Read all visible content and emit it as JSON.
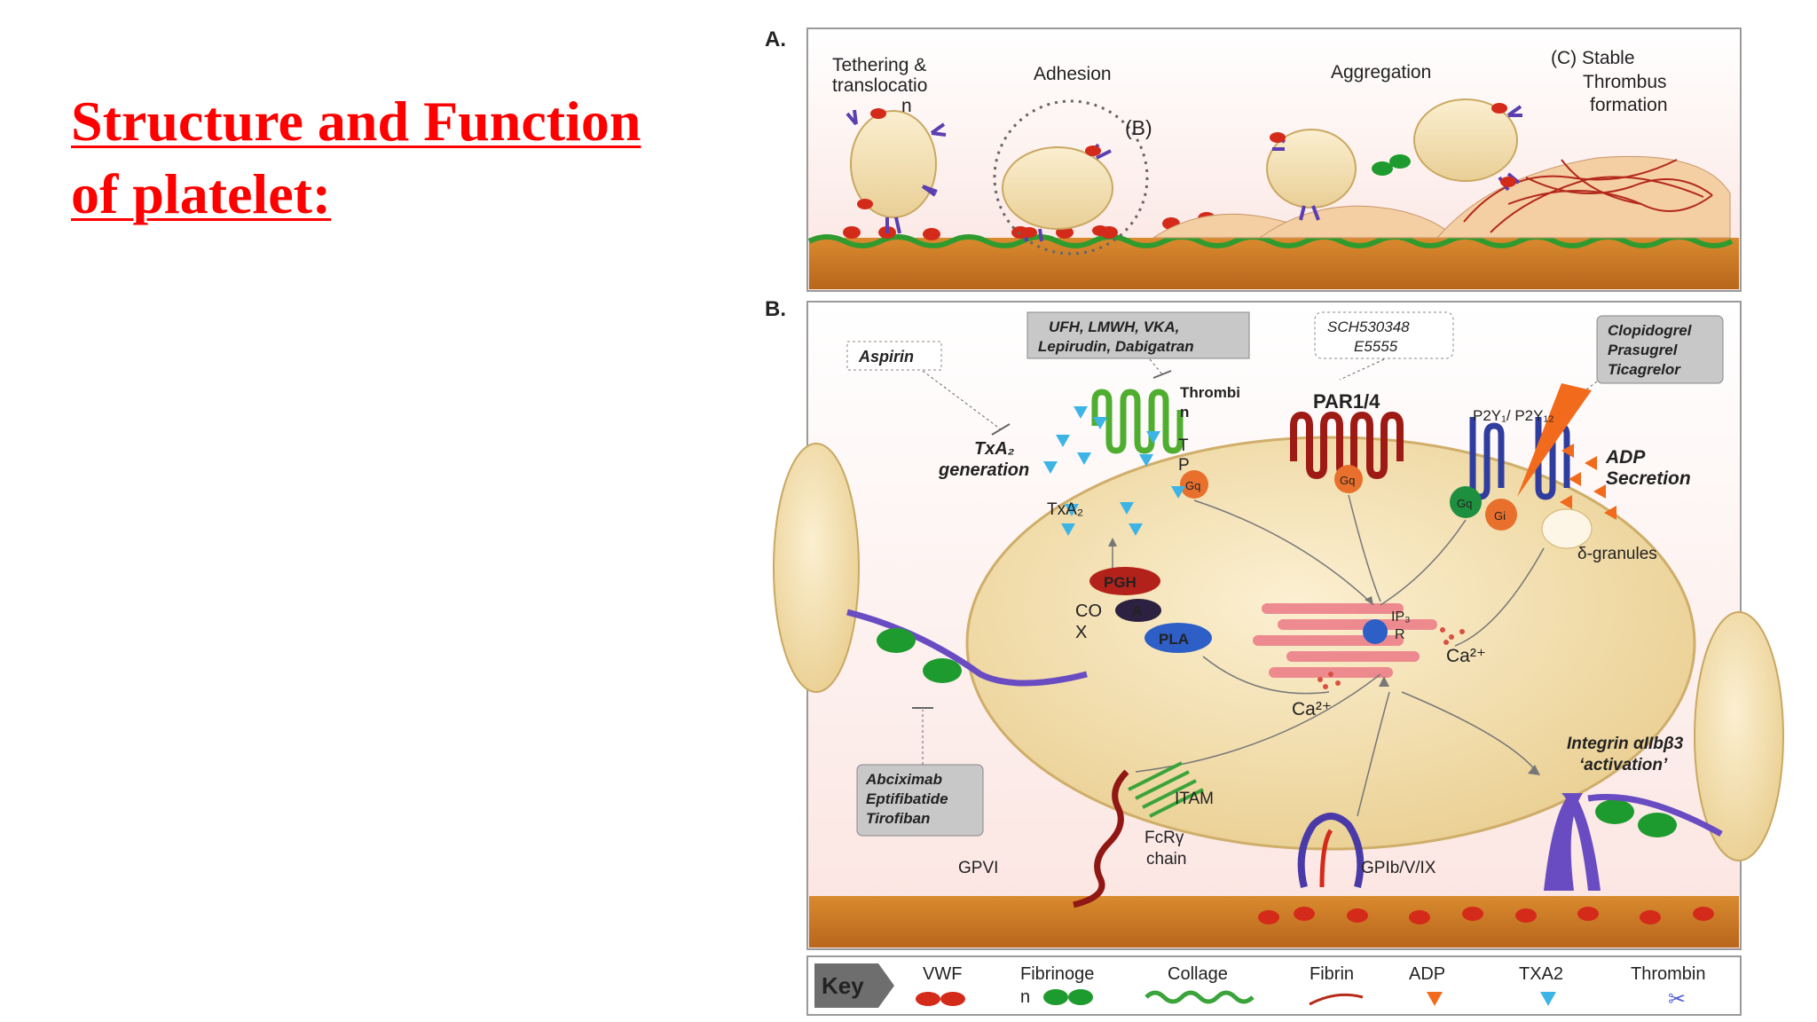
{
  "slide": {
    "title_line1": "Structure and Function",
    "title_line2": "of platelet:"
  },
  "panelA": {
    "letter": "A.",
    "tethering_line1": "Tethering &",
    "tethering_line2": "translocatio",
    "tethering_line3": "n",
    "adhesion": "Adhesion",
    "b_marker": "(B)",
    "aggregation": "Aggregation",
    "stable_line1": "(C) Stable",
    "stable_line2": "Thrombus",
    "stable_line3": "formation"
  },
  "panelB": {
    "letter": "B.",
    "aspirin": "Aspirin",
    "anticoag_line1": "UFH, LMWH, VKA,",
    "anticoag_line2": "Lepirudin, Dabigatran",
    "sch_line1": "SCH530348",
    "sch_line2": "E5555",
    "p2y_drugs_line1": "Clopidogrel",
    "p2y_drugs_line2": "Prasugrel",
    "p2y_drugs_line3": "Ticagrelor",
    "thrombin_line1": "Thrombi",
    "thrombin_line2": "n",
    "par": "PAR1/4",
    "p2y": "P2Y₁/ P2Y₁₂",
    "adp_line1": "ADP",
    "adp_line2": "Secretion",
    "txa2_gen_line1": "TxA₂",
    "txa2_gen_line2": "generation",
    "tp_line1": "T",
    "tp_line2": "P",
    "txa2": "TxA₂",
    "gq": "Gq",
    "gi": "Gi",
    "pgh": "PGH",
    "a": "A",
    "co": "CO",
    "x": "X",
    "pla": "PLA",
    "ip3_line1": "IP₃",
    "ip3_line2": "R",
    "ca_right": "Ca²⁺",
    "ca_left": "Ca²⁺",
    "dgran": "δ-granules",
    "integrin_line1": "Integrin αIIbβ3",
    "integrin_line2": "‘activation’",
    "abcix_line1": "Abciximab",
    "abcix_line2": "Eptifibatide",
    "abcix_line3": "Tirofiban",
    "itam": "ITAM",
    "fcr_line1": "FcRγ",
    "fcr_line2": "chain",
    "gpvi": "GPVI",
    "gpib": "GPIb/V/IX"
  },
  "key": {
    "label": "Key",
    "items": [
      {
        "line1": "VWF",
        "line2": "",
        "icon": "vwf-icon",
        "color": "#d42a1a"
      },
      {
        "line1": "Fibrinoge",
        "line2": "n",
        "icon": "fibrinogen-icon",
        "color": "#1e9b2e"
      },
      {
        "line1": "Collage",
        "line2": "",
        "icon": "collagen-icon",
        "color": "#3aa33a"
      },
      {
        "line1": "Fibrin",
        "line2": "",
        "icon": "fibrin-icon",
        "color": "#b82a1a"
      },
      {
        "line1": "ADP",
        "line2": "",
        "icon": "adp-icon",
        "color": "#f26a1b"
      },
      {
        "line1": "TXA2",
        "line2": "",
        "icon": "txa2-icon",
        "color": "#3cb4e6"
      },
      {
        "line1": "Thrombin",
        "line2": "",
        "icon": "thrombin-icon",
        "color": "#4a5bd4"
      }
    ]
  }
}
